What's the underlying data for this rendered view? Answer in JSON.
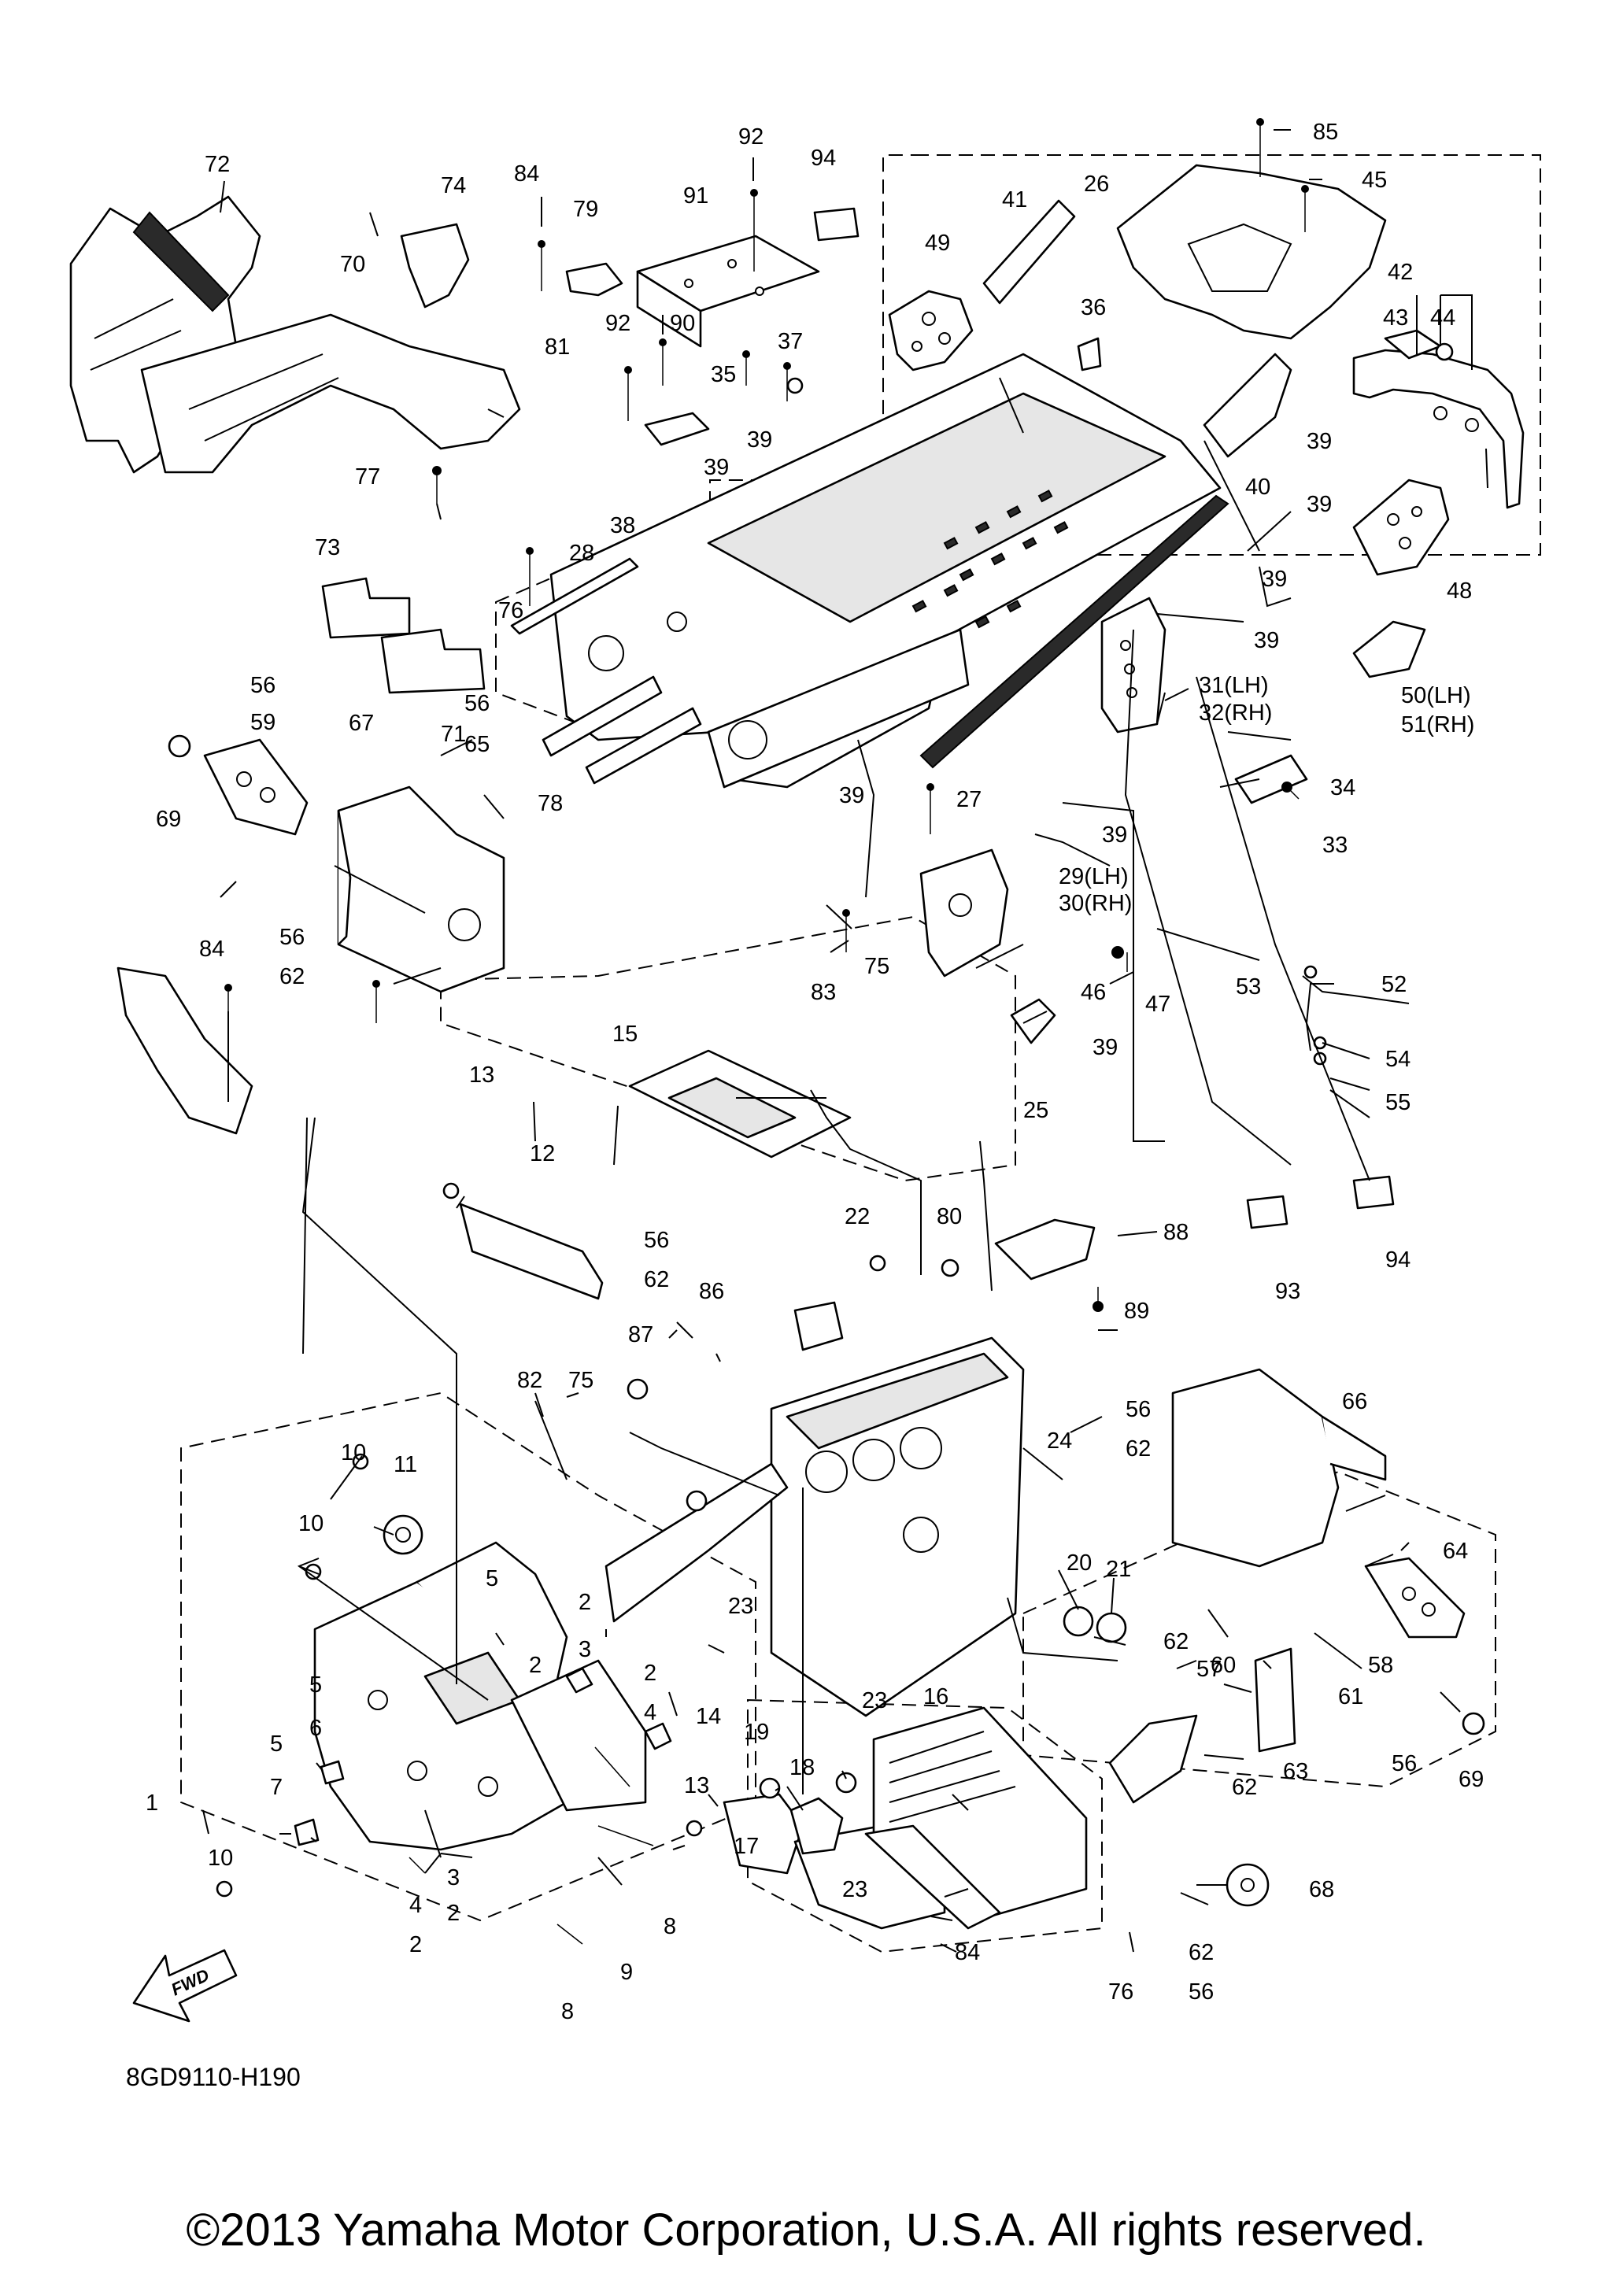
{
  "drawing": {
    "code": "8GD9110-H190",
    "fwd_label": "FWD",
    "copyright": "©2013 Yamaha Motor Corporation, U.S.A. All rights reserved."
  },
  "callouts": [
    "1",
    "2",
    "3",
    "4",
    "5",
    "6",
    "7",
    "8",
    "9",
    "10",
    "11",
    "12",
    "13",
    "14",
    "15",
    "16",
    "17",
    "18",
    "19",
    "20",
    "21",
    "22",
    "23",
    "24",
    "25",
    "26",
    "27",
    "28",
    "29(LH)",
    "30(RH)",
    "31(LH)",
    "32(RH)",
    "33",
    "34",
    "35",
    "36",
    "37",
    "38",
    "39",
    "40",
    "41",
    "42",
    "43",
    "44",
    "45",
    "46",
    "47",
    "48",
    "49",
    "50(LH)",
    "51(RH)",
    "52",
    "53",
    "54",
    "55",
    "56",
    "57",
    "58",
    "59",
    "60",
    "61",
    "62",
    "63",
    "64",
    "65",
    "66",
    "67",
    "68",
    "69",
    "70",
    "71",
    "72",
    "73",
    "74",
    "75",
    "76",
    "77",
    "78",
    "79",
    "80",
    "81",
    "82",
    "83",
    "84",
    "85",
    "86",
    "87",
    "88",
    "89",
    "90",
    "91",
    "92",
    "93",
    "94"
  ]
}
